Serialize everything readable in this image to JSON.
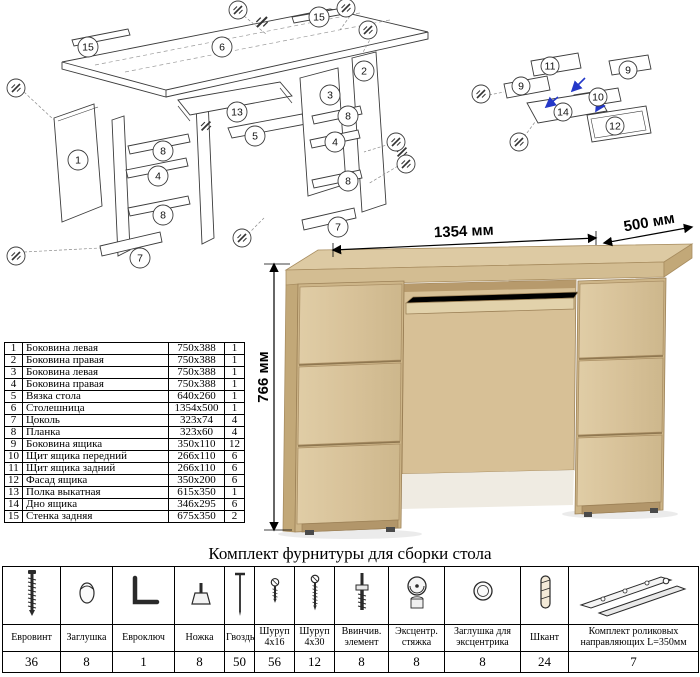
{
  "exploded_main": {
    "callouts": [
      "15",
      "6",
      "15",
      "1",
      "8",
      "4",
      "8",
      "7",
      "13",
      "5",
      "3",
      "2",
      "8",
      "4",
      "8",
      "7"
    ]
  },
  "exploded_drawer": {
    "callouts": [
      "11",
      "9",
      "9",
      "10",
      "14",
      "12"
    ]
  },
  "desk": {
    "dim_width": "1354 мм",
    "dim_depth": "500 мм",
    "dim_height": "766 мм",
    "wood_color": "#d6c096"
  },
  "parts_table": {
    "rows": [
      {
        "num": "1",
        "name": "Боковина левая",
        "size": "750x388",
        "qty": "1"
      },
      {
        "num": "2",
        "name": "Боковина правая",
        "size": "750x388",
        "qty": "1"
      },
      {
        "num": "3",
        "name": "Боковина левая",
        "size": "750x388",
        "qty": "1"
      },
      {
        "num": "4",
        "name": "Боковина правая",
        "size": "750x388",
        "qty": "1"
      },
      {
        "num": "5",
        "name": "Вязка стола",
        "size": "640x260",
        "qty": "1"
      },
      {
        "num": "6",
        "name": "Столешница",
        "size": "1354x500",
        "qty": "1"
      },
      {
        "num": "7",
        "name": "Цоколь",
        "size": "323x74",
        "qty": "4"
      },
      {
        "num": "8",
        "name": "Планка",
        "size": "323x60",
        "qty": "4"
      },
      {
        "num": "9",
        "name": "Боковина ящика",
        "size": "350x110",
        "qty": "12"
      },
      {
        "num": "10",
        "name": "Щит ящика передний",
        "size": "266x110",
        "qty": "6"
      },
      {
        "num": "11",
        "name": "Щит ящика задний",
        "size": "266x110",
        "qty": "6"
      },
      {
        "num": "12",
        "name": "Фасад ящика",
        "size": "350x200",
        "qty": "6"
      },
      {
        "num": "13",
        "name": "Полка выкатная",
        "size": "615x350",
        "qty": "1"
      },
      {
        "num": "14",
        "name": "Дно ящика",
        "size": "346x295",
        "qty": "6"
      },
      {
        "num": "15",
        "name": "Стенка задняя",
        "size": "675x350",
        "qty": "2"
      }
    ]
  },
  "hardware": {
    "title": "Комплект фурнитуры для сборки стола",
    "items": [
      {
        "name": "Евровинт",
        "qty": "36"
      },
      {
        "name": "Заглушка",
        "qty": "8"
      },
      {
        "name": "Евроключ",
        "qty": "1"
      },
      {
        "name": "Ножка",
        "qty": "8"
      },
      {
        "name": "Гвоздь",
        "qty": "50"
      },
      {
        "name": "Шуруп 4x16",
        "qty": "56"
      },
      {
        "name": "Шуруп 4x30",
        "qty": "12"
      },
      {
        "name": "Ввинчив. элемент",
        "qty": "8"
      },
      {
        "name": "Эксцентр. стяжка",
        "qty": "8"
      },
      {
        "name": "Заглушка для эксцентрика",
        "qty": "8"
      },
      {
        "name": "Шкант",
        "qty": "24"
      },
      {
        "name": "Комплект роликовых направляющих L=350мм",
        "qty": "7"
      }
    ]
  }
}
